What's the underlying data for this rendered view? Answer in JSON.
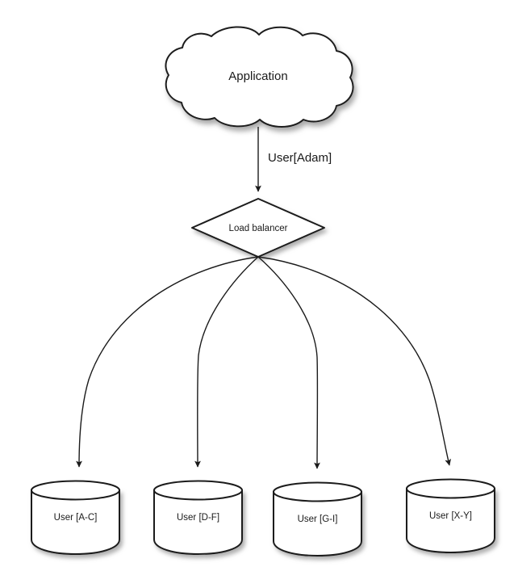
{
  "diagram": {
    "title_node": {
      "id": "application-cloud",
      "label": "Application",
      "shape": "cloud"
    },
    "balancer": {
      "id": "load-balancer",
      "label": "Load balancer",
      "shape": "diamond"
    },
    "primary_edge": {
      "label": "User[Adam]",
      "from": "application-cloud",
      "to": "load-balancer"
    },
    "shards": [
      {
        "id": "shard-ac",
        "label": "User [A-C]",
        "shape": "cylinder"
      },
      {
        "id": "shard-df",
        "label": "User [D-F]",
        "shape": "cylinder"
      },
      {
        "id": "shard-gi",
        "label": "User [G-I]",
        "shape": "cylinder"
      },
      {
        "id": "shard-xy",
        "label": "User [X-Y]",
        "shape": "cylinder"
      }
    ],
    "colors": {
      "background": "#ffffff",
      "stroke": "#1b1b1b",
      "fill": "#ffffff",
      "text": "#1a1a1a",
      "shadow": "#b4b4b4"
    }
  }
}
